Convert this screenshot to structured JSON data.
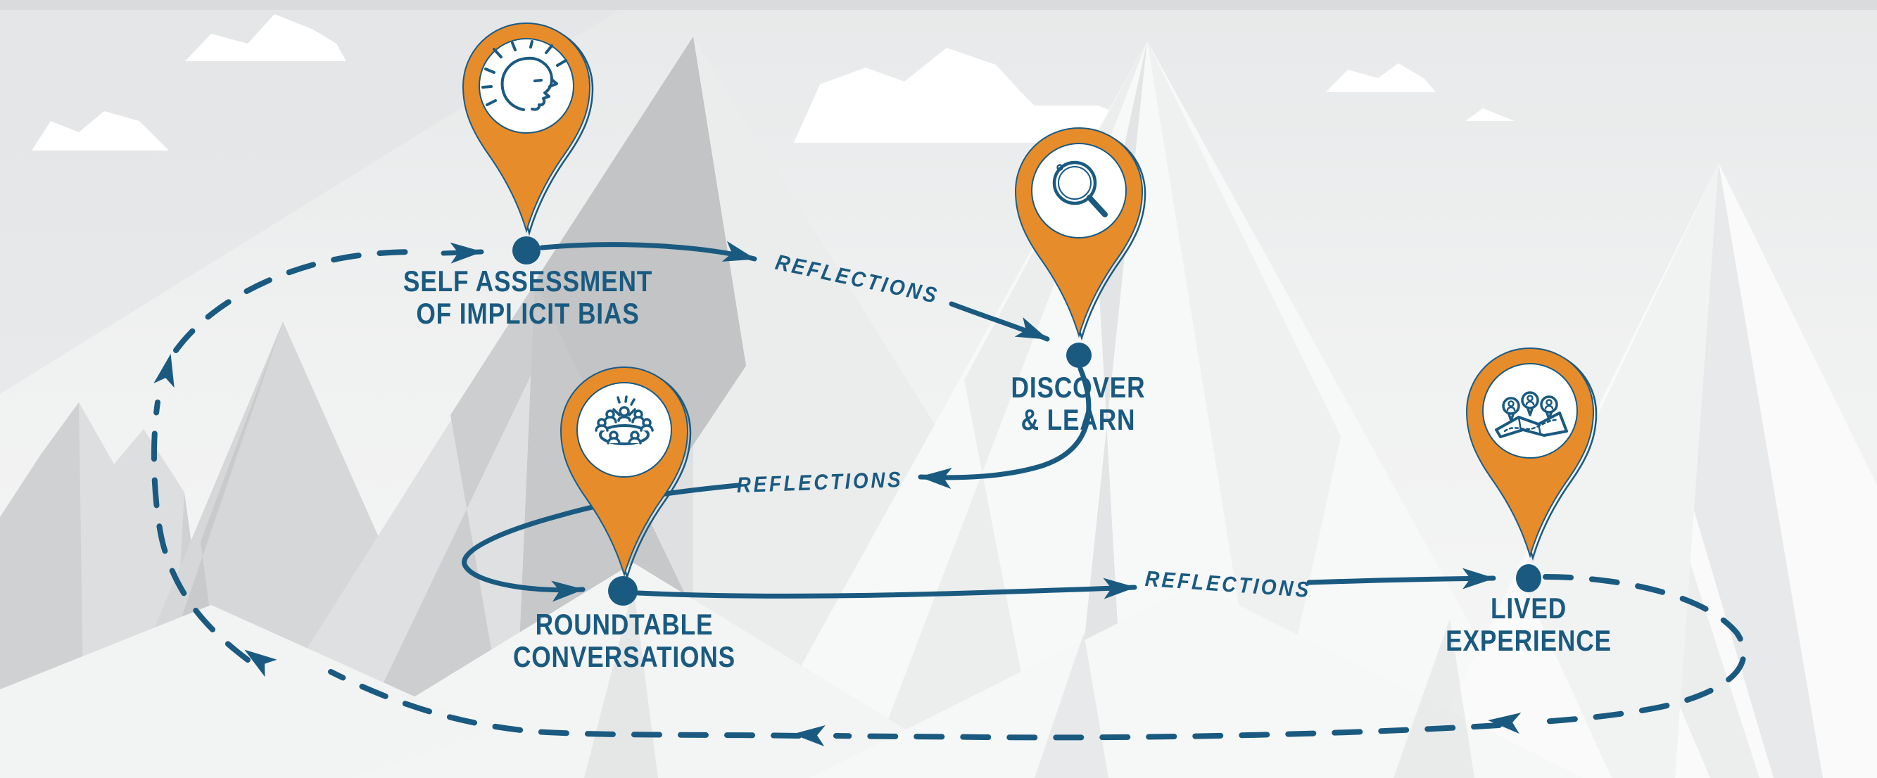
{
  "diagram": {
    "colors": {
      "pin_orange": "#E78C2B",
      "ink_blue": "#1A5A80",
      "mountain_gray": "#D6D7D8",
      "cloud_white": "#FFFFFF"
    },
    "stations": [
      {
        "id": "self-assessment",
        "icon": "thinking-head-icon",
        "line1": "SELF ASSESSMENT",
        "line2": "OF IMPLICIT BIAS"
      },
      {
        "id": "discover-learn",
        "icon": "magnifying-glass-icon",
        "line1": "DISCOVER",
        "line2": "& LEARN"
      },
      {
        "id": "roundtable-conversations",
        "icon": "roundtable-people-icon",
        "line1": "ROUNDTABLE",
        "line2": "CONVERSATIONS"
      },
      {
        "id": "lived-experience",
        "icon": "map-people-icon",
        "line1": "LIVED",
        "line2": "EXPERIENCE"
      }
    ],
    "edge_labels": [
      {
        "label": "REFLECTIONS"
      },
      {
        "label": "REFLECTIONS"
      },
      {
        "label": "REFLECTIONS"
      }
    ]
  }
}
